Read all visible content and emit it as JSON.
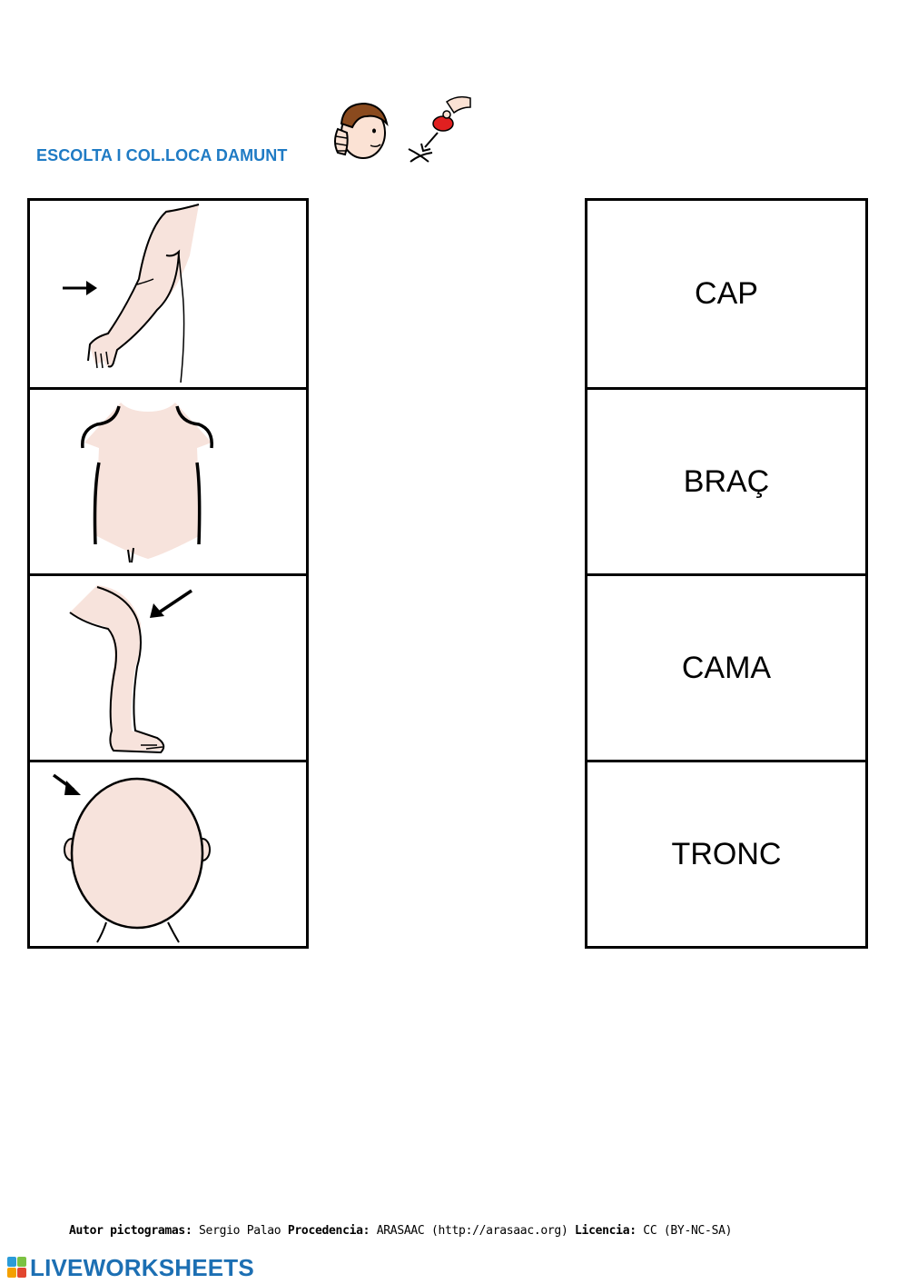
{
  "header": {
    "title": "ESCOLTA I COL.LOCA DAMUNT",
    "listen_icon": "ear-listen-icon",
    "place_icon": "place-down-icon"
  },
  "images": [
    {
      "icon": "arm-icon"
    },
    {
      "icon": "torso-icon"
    },
    {
      "icon": "leg-icon"
    },
    {
      "icon": "head-icon"
    }
  ],
  "words": [
    "CAP",
    "BRAÇ",
    "CAMA",
    "TRONC"
  ],
  "credits": {
    "author_label": "Autor pictogramas:",
    "author": "Sergio Palao",
    "source_label": "Procedencia:",
    "source": "ARASAAC (http://arasaac.org)",
    "license_label": "Licencia:",
    "license": "CC (BY-NC-SA)"
  },
  "brand": {
    "name": "LIVEWORKSHEETS"
  },
  "colors": {
    "title": "#1f7bc4",
    "skin": "#f7e3dc",
    "brand": "#1c6fb3"
  }
}
